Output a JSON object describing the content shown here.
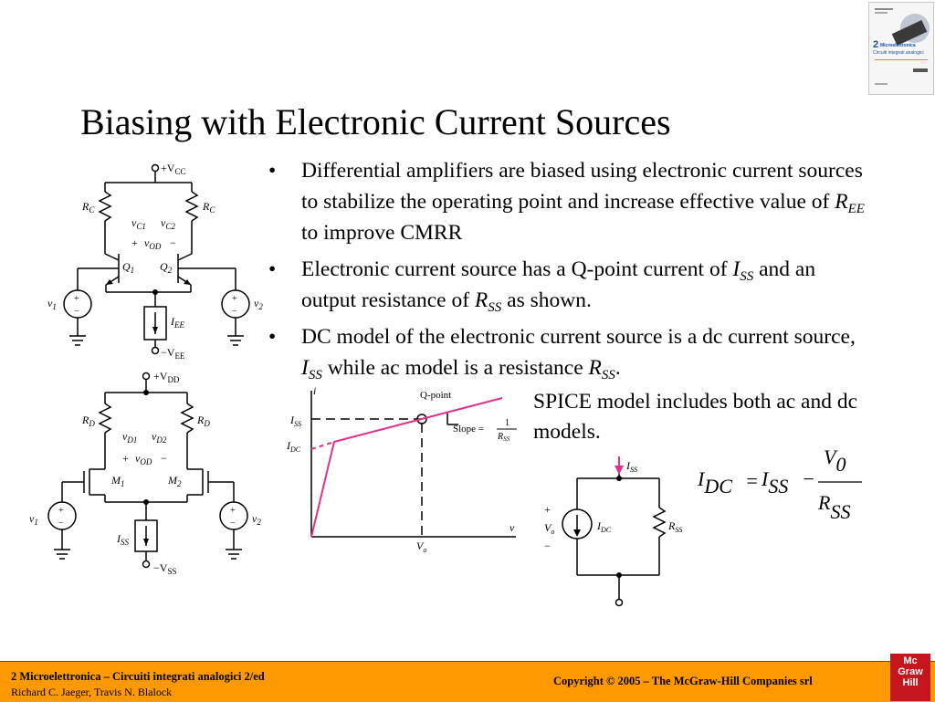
{
  "slide": {
    "title": "Biasing with Electronic Current Sources",
    "bullets": [
      {
        "pre": "Differential amplifiers are biased using electronic current sources to stabilize the operating point and increase effective value of ",
        "var": "R",
        "sub": "EE",
        "post": " to improve CMRR"
      },
      {
        "pre": "Electronic current source has a Q-point current of ",
        "var": "I",
        "sub": "SS",
        "mid": " and an output resistance of ",
        "var2": "R",
        "sub2": "SS",
        "post": " as shown."
      },
      {
        "pre": "DC model of the electronic current source is a dc current source, ",
        "var": "I",
        "sub": "SS",
        "mid": " while ac model is a resistance ",
        "var2": "R",
        "sub2": "SS",
        "post": "."
      }
    ],
    "spice_note": "SPICE model includes both ac and dc models."
  },
  "circuit_bjt": {
    "labels": {
      "vcc": "+V",
      "vcc_sub": "CC",
      "rc_left": "R",
      "rc_sub": "C",
      "rc_right": "R",
      "vc1": "v",
      "vc1_sub": "C1",
      "vc2": "v",
      "vc2_sub": "C2",
      "vod_plus": "+",
      "vod": "v",
      "vod_sub": "OD",
      "vod_minus": "−",
      "q1": "Q",
      "q1_sub": "1",
      "q2": "Q",
      "q2_sub": "2",
      "v1": "v",
      "v1_sub": "1",
      "v2": "v",
      "v2_sub": "2",
      "iee": "I",
      "iee_sub": "EE",
      "vee": "−V",
      "vee_sub": "EE"
    }
  },
  "circuit_mos": {
    "labels": {
      "vdd": "+V",
      "vdd_sub": "DD",
      "rd_left": "R",
      "rd_sub": "D",
      "rd_right": "R",
      "vd1": "v",
      "vd1_sub": "D1",
      "vd2": "v",
      "vd2_sub": "D2",
      "vod_plus": "+",
      "vod": "v",
      "vod_sub": "OD",
      "vod_minus": "−",
      "m1": "M",
      "m1_sub": "1",
      "m2": "M",
      "m2_sub": "2",
      "v1": "v",
      "v1_sub": "1",
      "v2": "v",
      "v2_sub": "2",
      "iss": "I",
      "iss_sub": "SS",
      "vss": "−V",
      "vss_sub": "SS"
    }
  },
  "iv_graph": {
    "y_axis": "i",
    "x_axis": "v",
    "qpoint": "Q-point",
    "iss": "I",
    "iss_sub": "SS",
    "idc": "I",
    "idc_sub": "DC",
    "slope": "Slope =",
    "slope_num": "1",
    "slope_den": "R",
    "slope_den_sub": "SS",
    "vo": "V",
    "vo_sub": "o",
    "line_color": "#e0338c"
  },
  "source_model": {
    "iss": "I",
    "iss_sub": "SS",
    "plus": "+",
    "minus": "−",
    "vo": "V",
    "vo_sub": "o",
    "idc": "I",
    "idc_sub": "DC",
    "rss": "R",
    "rss_sub": "SS",
    "arrow_color": "#e0338c"
  },
  "equation": {
    "lhs": "I",
    "lhs_sub": "DC",
    "eq": "=",
    "i": "I",
    "i_sub": "SS",
    "minus": "−",
    "num": "V",
    "num_sub": "0",
    "den": "R",
    "den_sub": "SS"
  },
  "footer": {
    "line1": "2 Microelettronica – Circuiti integrati analogici 2/ed",
    "line2": "Richard C. Jaeger, Travis N. Blalock",
    "copyright": "Copyright © 2005 – The McGraw-Hill Companies srl",
    "logo": [
      "Mc",
      "Graw",
      "Hill"
    ],
    "bg_color": "#ff9900"
  },
  "cover": {
    "number": "2",
    "title_line1": "Microelettronica",
    "title_line2": "Circuiti integrati analogici"
  }
}
